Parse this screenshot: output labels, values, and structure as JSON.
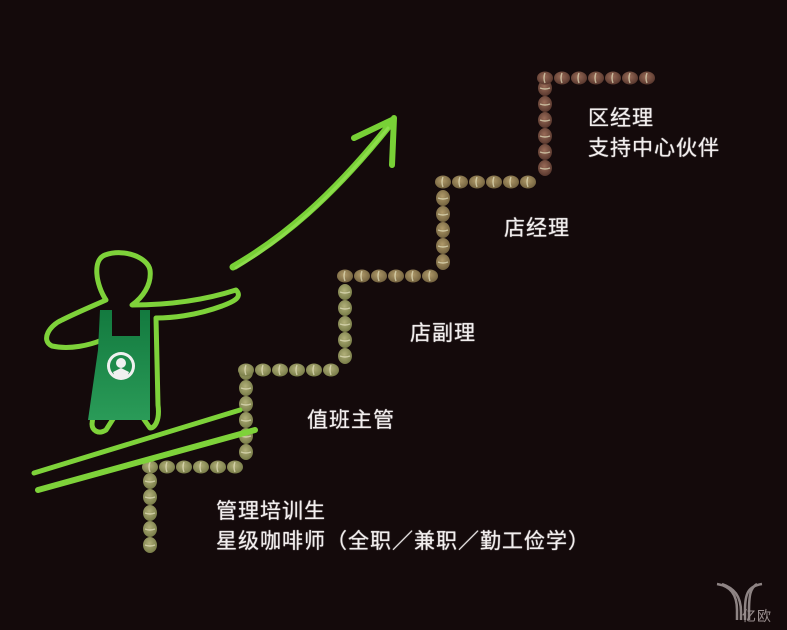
{
  "diagram": {
    "title": "Career ladder",
    "colors": {
      "background": "#140a0b",
      "figure_outline": "#7ed23a",
      "apron": "#1e8a4a",
      "arrow": "#78d136",
      "bean_green": "#8e9455",
      "bean_light": "#a7a56b",
      "bean_brown": "#6e4a3a",
      "text": "#f2eeee"
    },
    "steps": [
      {
        "id": "step-1",
        "lines": [
          "管理培训生",
          "星级咖啡师（全职／兼职／勤工俭学）"
        ]
      },
      {
        "id": "step-2",
        "lines": [
          "值班主管"
        ]
      },
      {
        "id": "step-3",
        "lines": [
          "店副理"
        ]
      },
      {
        "id": "step-4",
        "lines": [
          "店经理"
        ]
      },
      {
        "id": "step-5",
        "lines": [
          "区经理",
          "支持中心伙伴"
        ]
      }
    ],
    "icons": {
      "figure": "barista-figure-icon",
      "arrow": "upward-arrow-icon",
      "logo": "siren-logo-icon",
      "watermark": "yiou-logo-icon"
    }
  },
  "watermark": {
    "text": "亿欧"
  }
}
